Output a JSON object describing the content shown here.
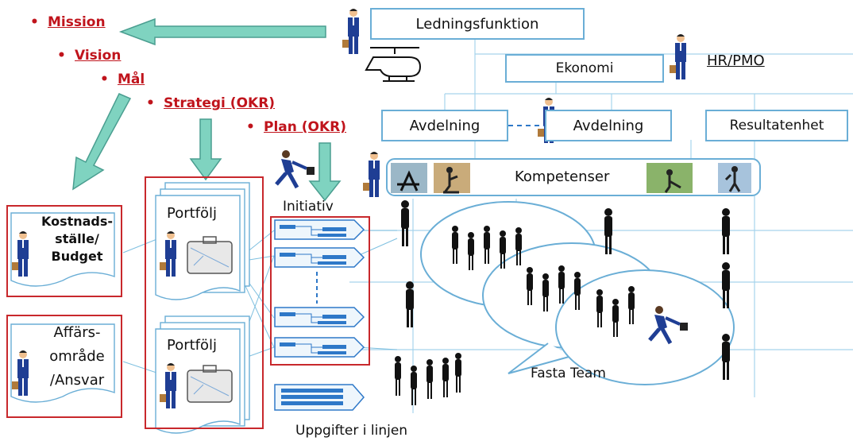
{
  "strategy_list": {
    "mission": "Mission",
    "vision": "Vision",
    "mal": "Mål",
    "strategi": "Strategi (OKR)",
    "plan": "Plan (OKR)"
  },
  "org": {
    "ledning": "Ledningsfunktion",
    "ekonomi": "Ekonomi",
    "hr_pmo": "HR/PMO",
    "avdelning_1": "Avdelning",
    "avdelning_2": "Avdelning",
    "resultatenhet": "Resultatenhet",
    "kompetenser": "Kompetenser"
  },
  "left_boxes": {
    "kostnad_line1": "Kostnads-",
    "kostnad_line2": "ställe/",
    "kostnad_line3": "Budget",
    "affars_line1": "Affärs-",
    "affars_line2": "område",
    "affars_line3": "/Ansvar"
  },
  "portfolio": {
    "label_1": "Portfölj",
    "label_2": "Portfölj"
  },
  "labels": {
    "initiativ": "Initiativ",
    "fasta_team": "Fasta Team",
    "uppgifter": "Uppgifter i linjen"
  },
  "colors": {
    "arrow_fill": "#7fd3c0",
    "arrow_stroke": "#4a9e90",
    "red": "#c0141c",
    "org_border": "#6aaed6",
    "task_blue": "#2e78c8"
  }
}
